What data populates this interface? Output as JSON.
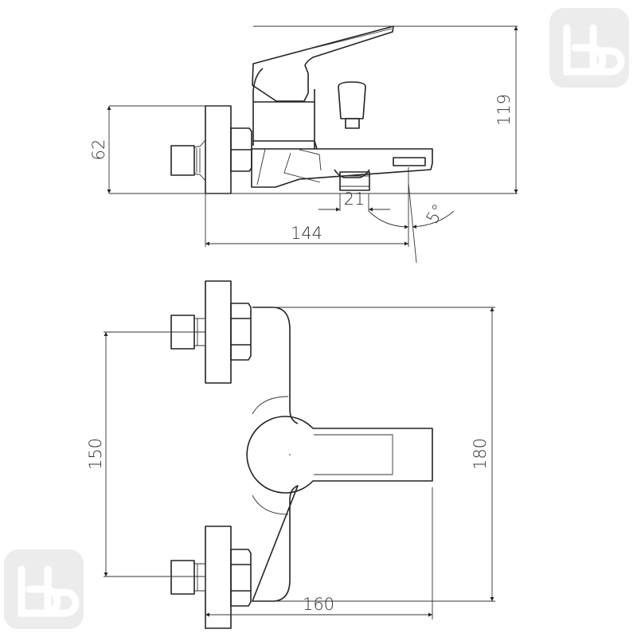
{
  "drawing": {
    "side_view": {
      "dimensions": {
        "wall_plate_height": "62",
        "total_height": "119",
        "diverter_width": "21",
        "projection": "144",
        "spout_angle": "5°"
      }
    },
    "front_view": {
      "dimensions": {
        "inlet_centers": "150",
        "body_height": "180",
        "total_depth": "160"
      }
    },
    "watermark": {
      "label": "b"
    },
    "colors": {
      "line": "#222222",
      "watermark": "#e6e6e6"
    }
  }
}
